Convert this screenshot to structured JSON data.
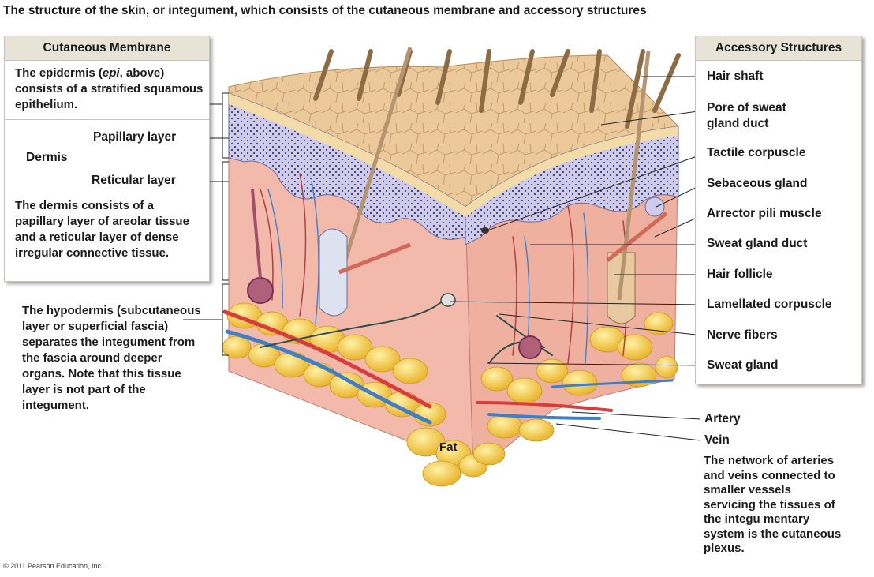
{
  "title": "The structure of the skin, or integument, which consists of the cutaneous membrane and accessory structures",
  "left_panel": {
    "heading": "Cutaneous Membrane",
    "epidermis_text": {
      "pre": "The ",
      "bold": "epidermis",
      "mid": " (",
      "italic": "epi",
      "post": ", above) consists of a stratified squamous epithelium."
    },
    "dermis_label": "Dermis",
    "papillary_label": "Papillary layer",
    "reticular_label": "Reticular layer",
    "dermis_text": {
      "pre": "The ",
      "bold": "dermis",
      "post": " consists of a papillary layer of areolar tissue and a reticular layer of dense irregular connective tissue."
    }
  },
  "hypodermis_text": {
    "pre": "The ",
    "bold": "hypodermis",
    "post": " (subcutaneous layer or superficial fascia) separates the  integument from the fascia around deeper organs. Note that this tissue layer is not part of the integument."
  },
  "right_panel": {
    "heading": "Accessory Structures",
    "items": [
      "Hair shaft",
      "Pore of sweat gland duct",
      "Tactile corpuscle",
      "Sebaceous gland",
      "Arrector pili muscle",
      "Sweat gland duct",
      "Hair follicle",
      "Lamellated corpuscle",
      "Nerve fibers",
      "Sweat gland"
    ]
  },
  "artery_label": "Artery",
  "vein_label": "Vein",
  "plexus_text": {
    "pre": "The network of arteries and veins connected to smaller vessels servicing the tissues of the integu mentary system is the ",
    "bold": "cutaneous plexus",
    "post": "."
  },
  "fat_label": "Fat",
  "copyright": "© 2011 Pearson Education, Inc.",
  "colors": {
    "panel_header": "#e7e3d6",
    "epidermis_surface": "#e8c9a0",
    "dermis": "#f2b7a8",
    "papillary": "#c9c6e6",
    "fat": "#f5cf4c",
    "artery": "#d83c3c",
    "vein": "#3f7fc8",
    "hair": "#a8865e"
  }
}
